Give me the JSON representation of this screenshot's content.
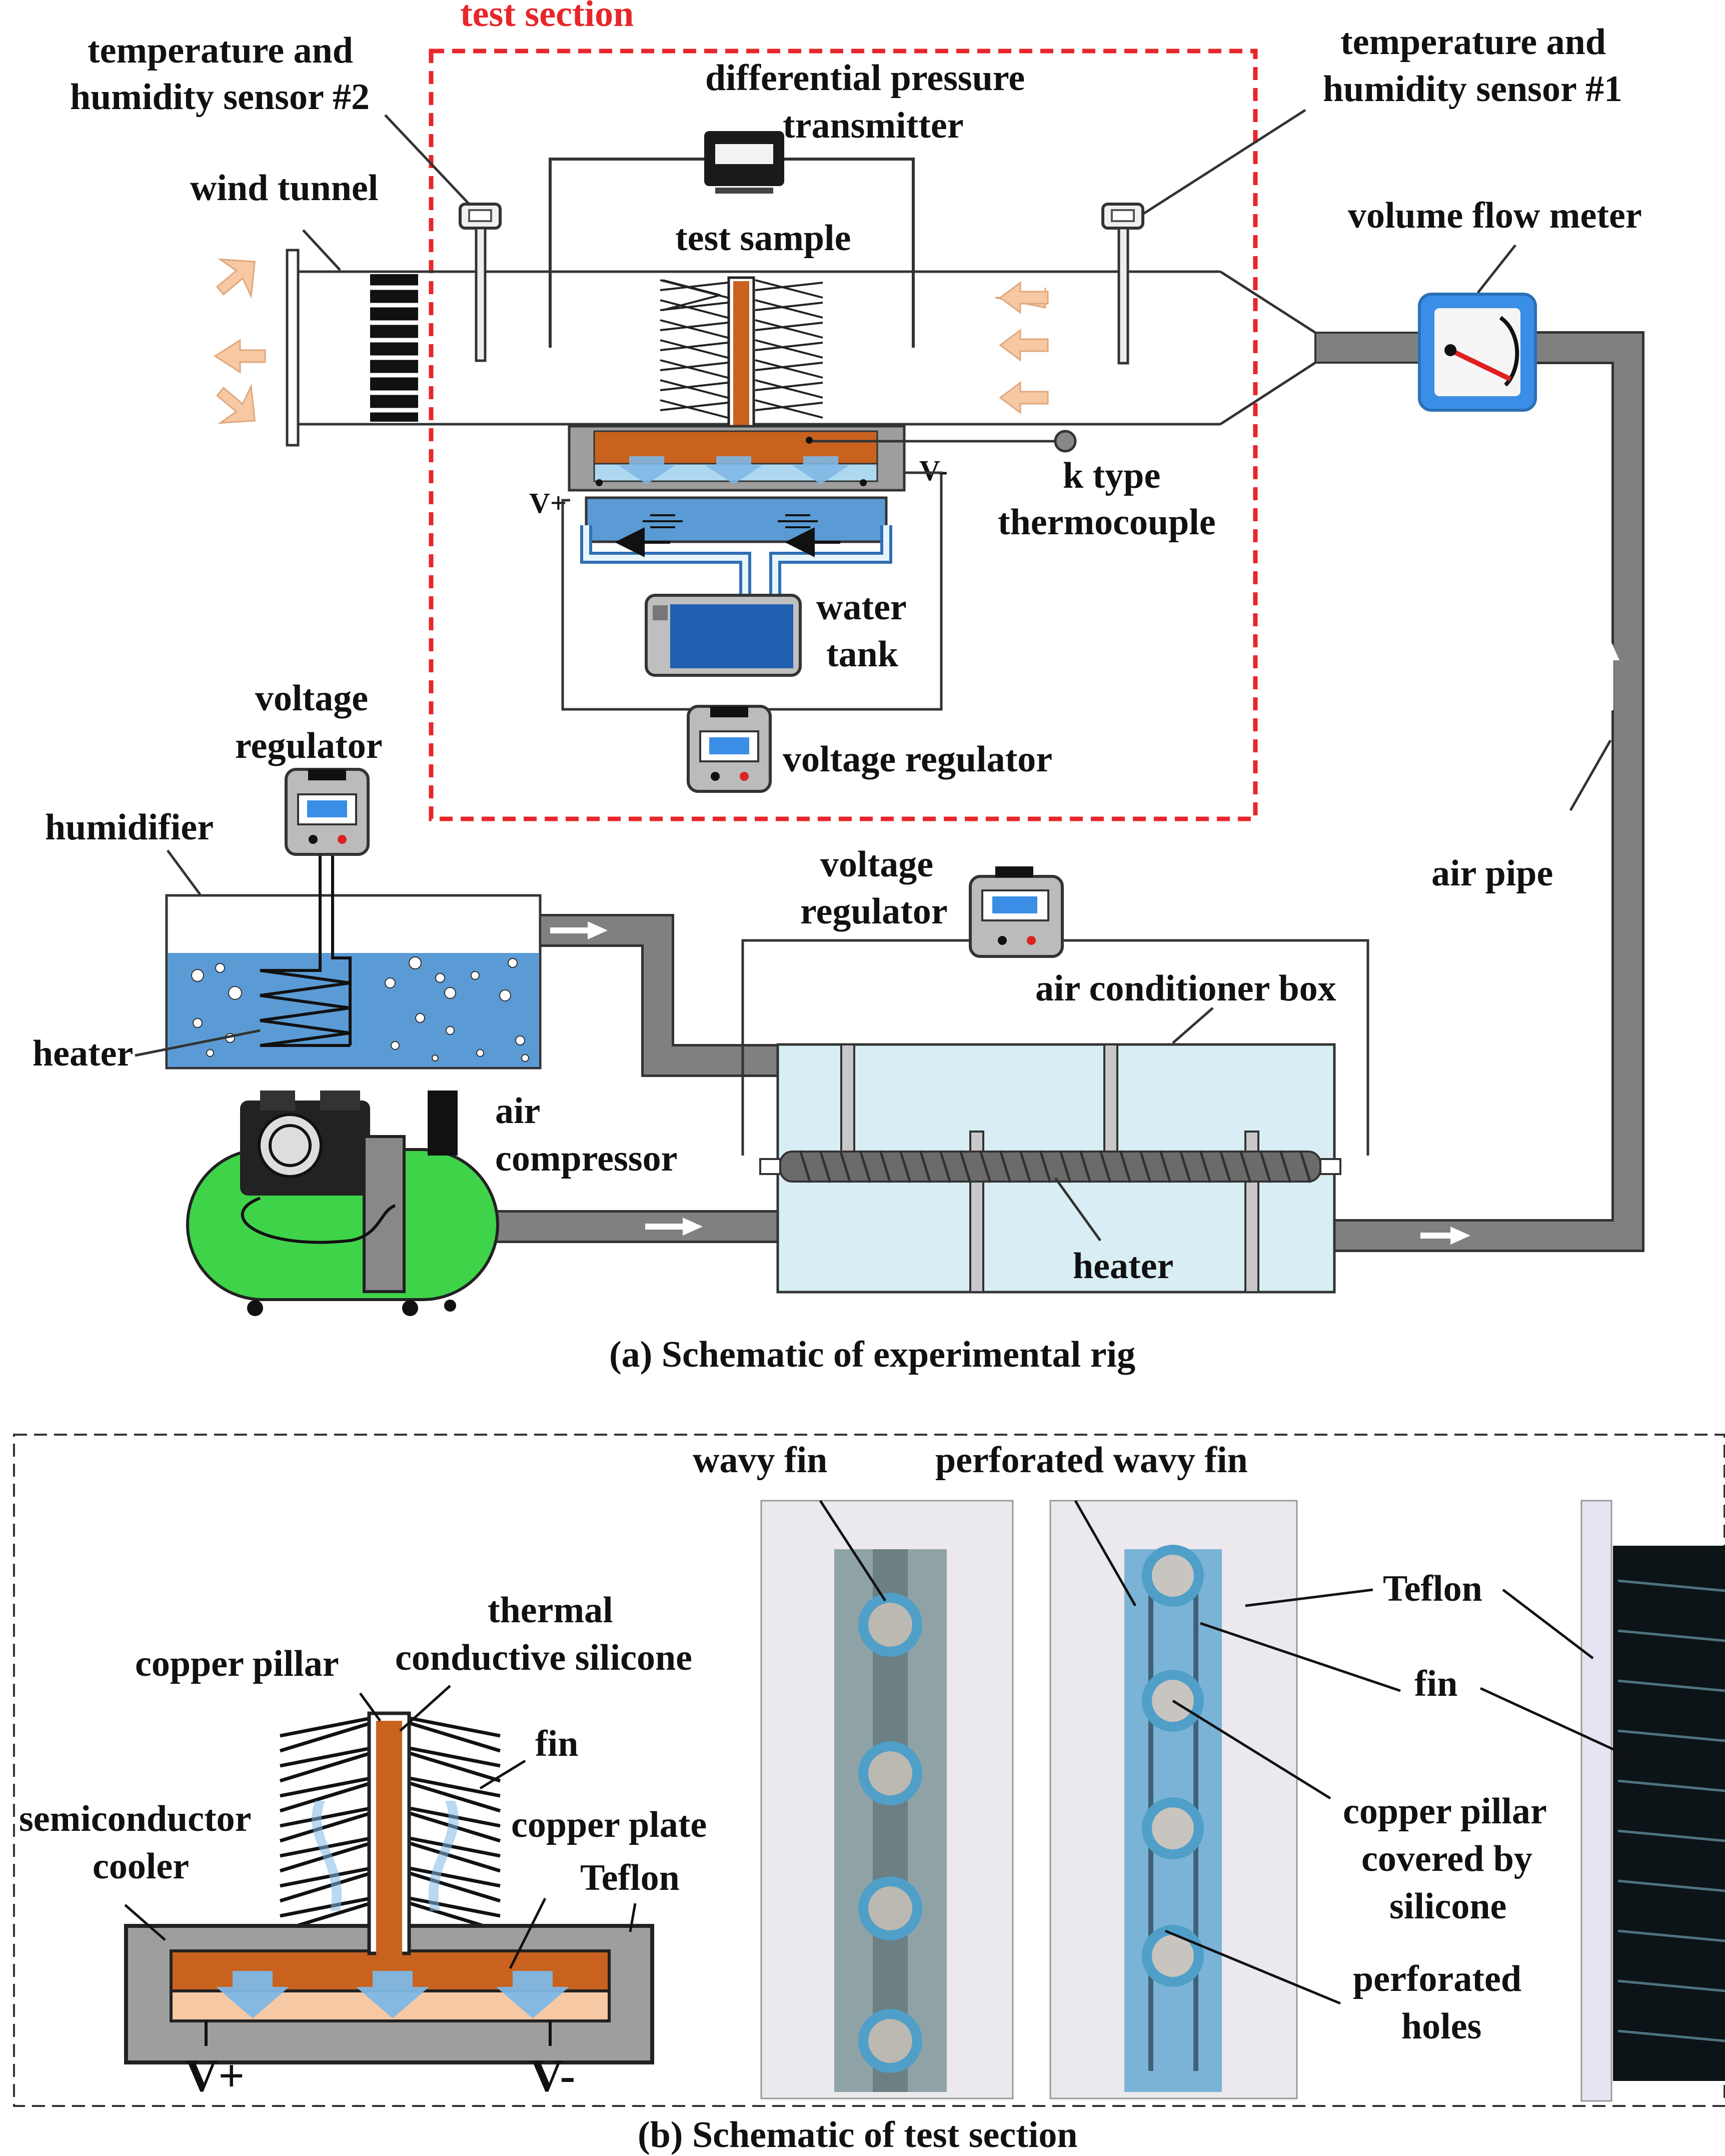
{
  "colors": {
    "test_section_red": "#e8262a",
    "copper": "#c8621e",
    "water_blue": "#5b9bd5",
    "light_blue": "#aed8f0",
    "pipe_gray": "#808080",
    "compressor_green": "#3fd34a",
    "aircon_box": "#d8eef4",
    "teflon_gray": "#9e9e9e",
    "cooler_peach": "#f6c9a4"
  },
  "panel_a": {
    "test_section": "test section",
    "th_sensor_2": [
      "temperature and",
      "humidity sensor #2"
    ],
    "dp_transmitter": [
      "differential pressure",
      "transmitter"
    ],
    "th_sensor_1": [
      "temperature and",
      "humidity sensor #1"
    ],
    "wind_tunnel": "wind tunnel",
    "test_sample": "test sample",
    "volume_flow_meter": "volume flow meter",
    "k_type": [
      "k type",
      "thermocouple"
    ],
    "v_plus": "V+",
    "v_minus": "V-",
    "water_tank": [
      "water",
      "tank"
    ],
    "voltage_regulator_inline": "voltage regulator",
    "voltage_regulator_left": [
      "voltage",
      "regulator"
    ],
    "humidifier": "humidifier",
    "heater_left": "heater",
    "air_pipe": "air pipe",
    "voltage_regulator_box": [
      "voltage",
      "regulator"
    ],
    "air_conditioner_box": "air conditioner box",
    "air_compressor": [
      "air",
      "compressor"
    ],
    "heater_box": "heater",
    "caption": "(a) Schematic of experimental rig"
  },
  "panel_b": {
    "thermal_silicone": [
      "thermal",
      "conductive silicone"
    ],
    "copper_pillar": "copper pillar",
    "fin_left": "fin",
    "semiconductor_cooler": [
      "semiconductor",
      "cooler"
    ],
    "copper_plate": "copper plate",
    "teflon_left": "Teflon",
    "v_plus": "V+",
    "v_minus": "V-",
    "wavy_fin": "wavy fin",
    "perforated_wavy_fin": "perforated wavy fin",
    "teflon_right": "Teflon",
    "fin_right": "fin",
    "copper_pillar_covered": [
      "copper pillar",
      "covered by",
      "silicone"
    ],
    "perforated_holes": [
      "perforated",
      "holes"
    ],
    "caption": "(b) Schematic of test section"
  }
}
